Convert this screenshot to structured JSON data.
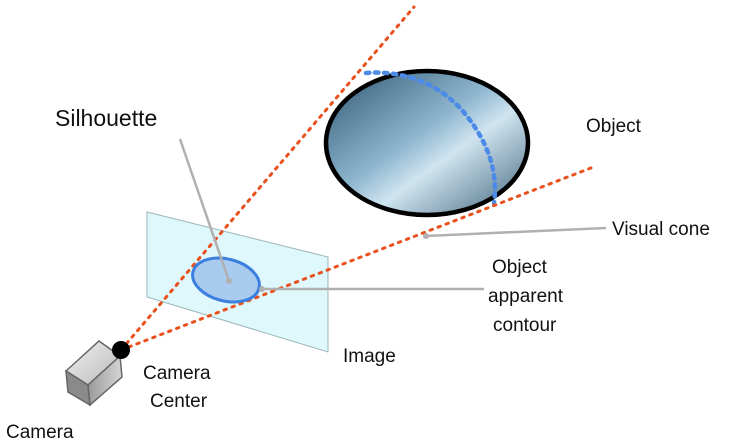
{
  "labels": {
    "silhouette": "Silhouette",
    "object": "Object",
    "visual_cone": "Visual cone",
    "apparent_contour": [
      "Object",
      "apparent",
      "contour"
    ],
    "image": "Image",
    "camera_center": [
      "Camera",
      "Center"
    ],
    "camera": "Camera"
  },
  "colors": {
    "cone_line": "#e8501e",
    "contour_dots": "#4d8be8",
    "silhouette_fill": "#a9cbee",
    "silhouette_stroke": "#3c7fe0",
    "image_plane": "#dff8fb",
    "leader_line": "#b0b0b0"
  }
}
